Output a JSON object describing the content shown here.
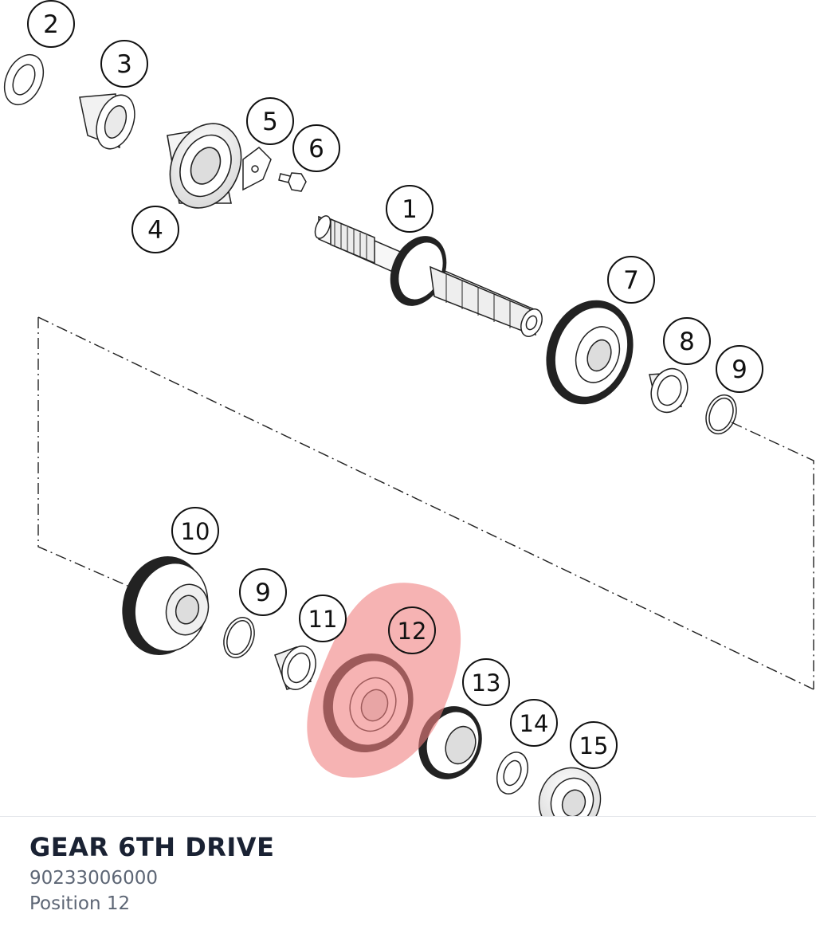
{
  "diagram": {
    "callouts": [
      {
        "id": "c1",
        "label": "1"
      },
      {
        "id": "c2",
        "label": "2"
      },
      {
        "id": "c3",
        "label": "3"
      },
      {
        "id": "c4",
        "label": "4"
      },
      {
        "id": "c5",
        "label": "5"
      },
      {
        "id": "c6",
        "label": "6"
      },
      {
        "id": "c7",
        "label": "7"
      },
      {
        "id": "c8",
        "label": "8"
      },
      {
        "id": "c9a",
        "label": "9"
      },
      {
        "id": "c10",
        "label": "10"
      },
      {
        "id": "c9b",
        "label": "9"
      },
      {
        "id": "c11",
        "label": "11"
      },
      {
        "id": "c12",
        "label": "12"
      },
      {
        "id": "c13",
        "label": "13"
      },
      {
        "id": "c14",
        "label": "14"
      },
      {
        "id": "c15",
        "label": "15"
      }
    ],
    "highlight_color": "#f08080",
    "highlighted_position": "12"
  },
  "part": {
    "name": "GEAR 6TH DRIVE",
    "number": "90233006000",
    "position": "Position 12"
  }
}
